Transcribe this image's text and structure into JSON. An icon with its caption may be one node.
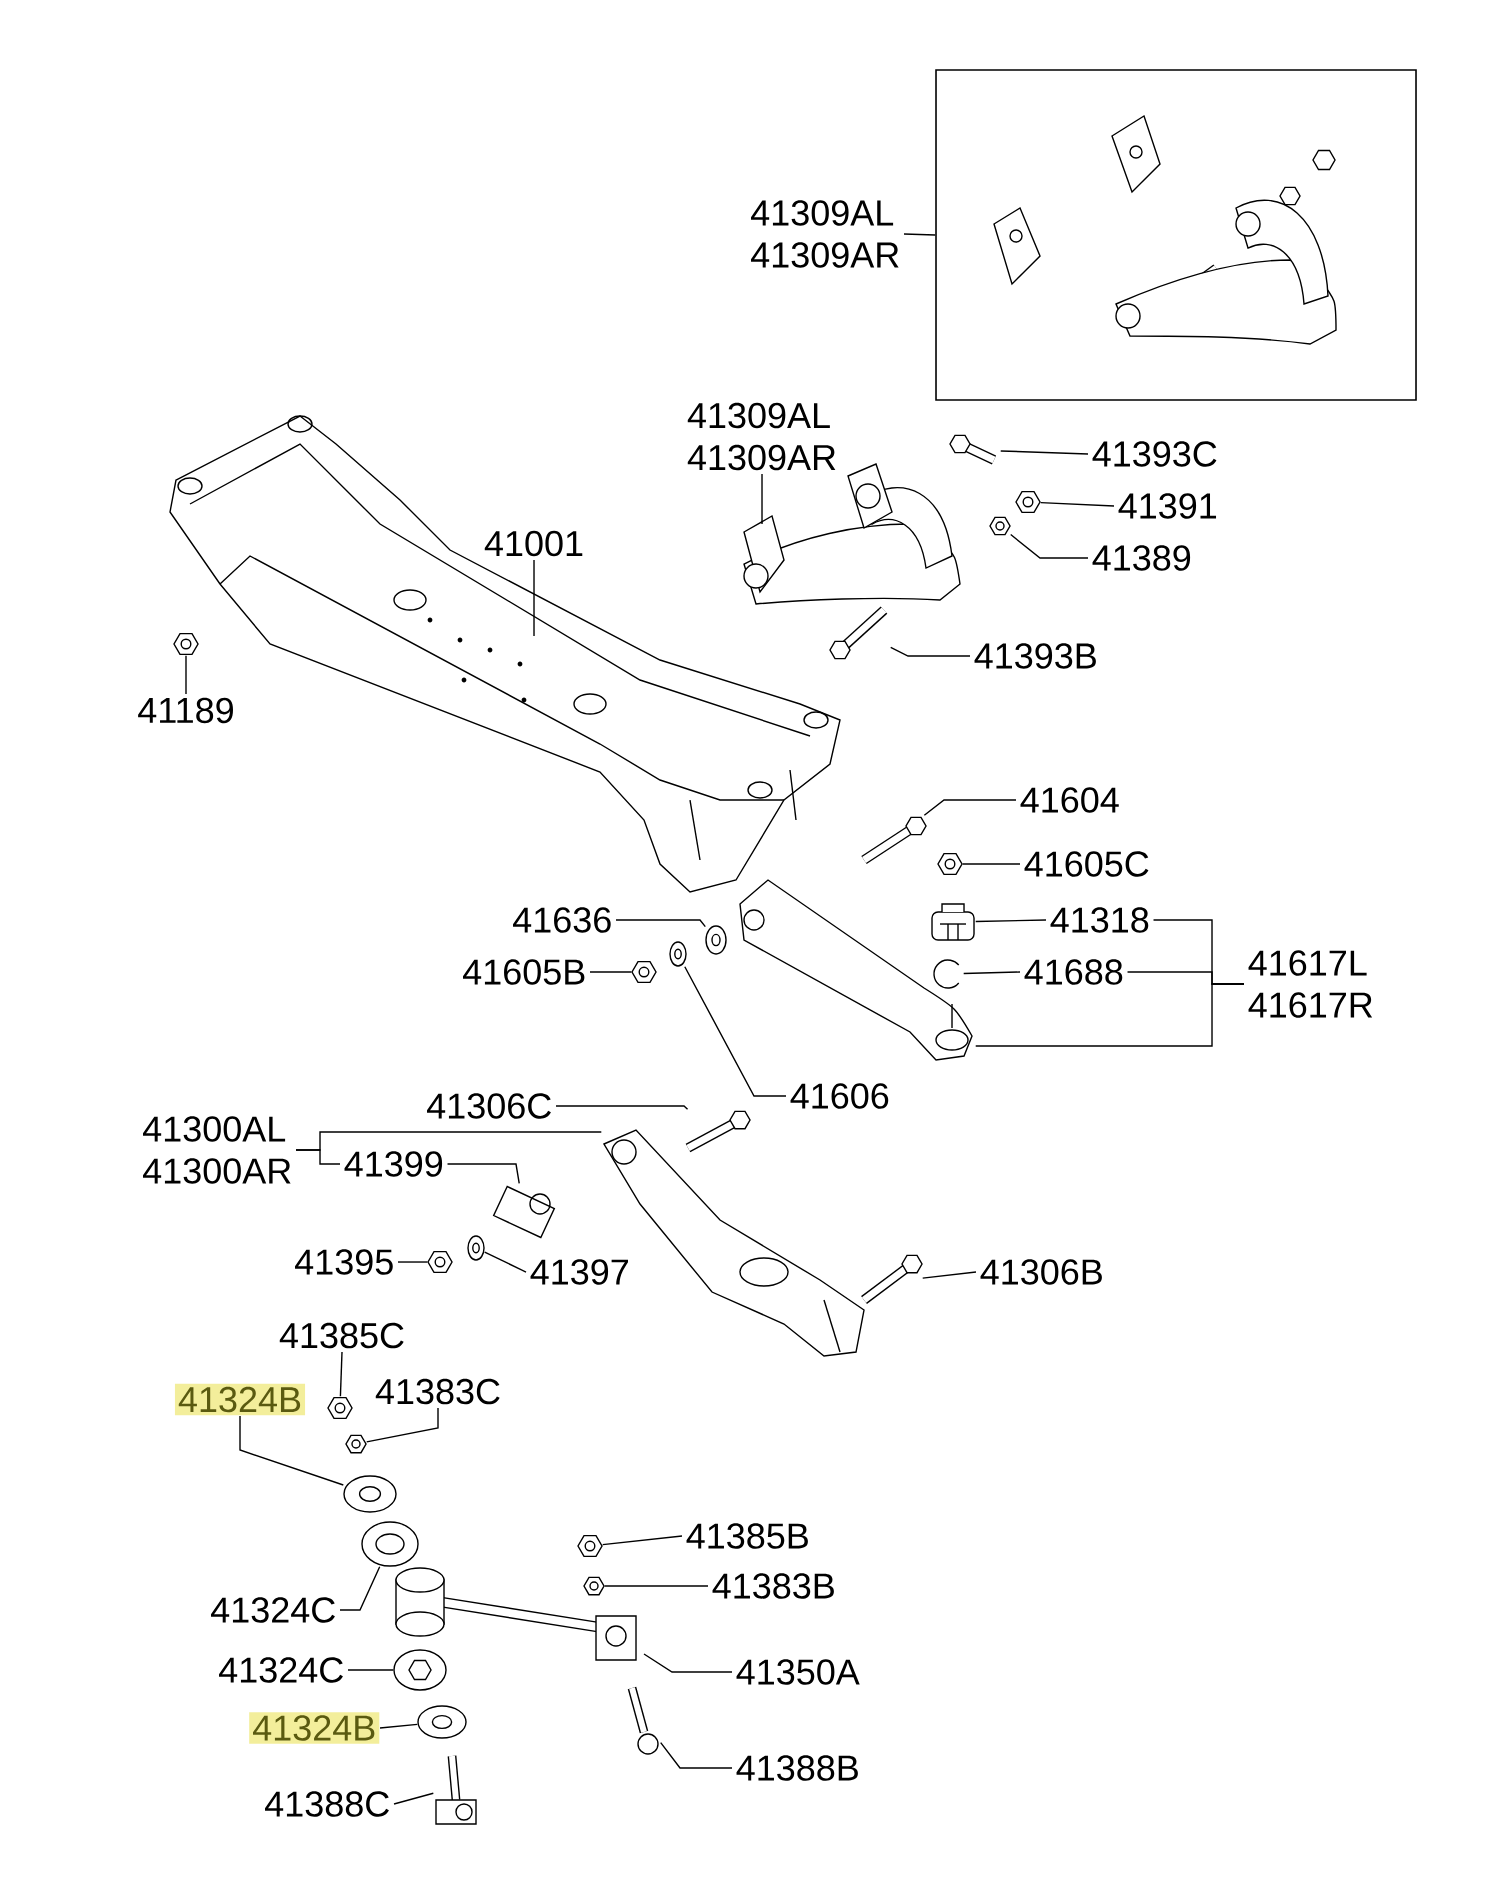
{
  "diagram": {
    "nodes": [
      {
        "text": [],
        "shape": "box"
      },
      {
        "text": [
          "41309AL",
          "41309AR"
        ]
      },
      {
        "text": [
          "41309AL",
          "41309AR"
        ]
      },
      {
        "text": [
          "41393C"
        ]
      },
      {
        "text": [
          "41391"
        ]
      },
      {
        "text": [
          "41001"
        ]
      },
      {
        "text": [
          "41389"
        ]
      },
      {
        "text": [
          "41393B"
        ]
      },
      {
        "text": [
          "41189"
        ]
      },
      {
        "text": [
          "41604"
        ]
      },
      {
        "text": [
          "41605C"
        ]
      },
      {
        "text": [
          "41636"
        ]
      },
      {
        "text": [
          "41318"
        ]
      },
      {
        "text": [
          "41605B"
        ]
      },
      {
        "text": [
          "41688"
        ]
      },
      {
        "text": [
          "41617L",
          "41617R"
        ]
      },
      {
        "text": [
          "41606"
        ]
      },
      {
        "text": [
          "41306C"
        ]
      },
      {
        "text": [
          "41300AL",
          "41300AR"
        ]
      },
      {
        "text": [
          "41399"
        ]
      },
      {
        "text": [
          "41395"
        ]
      },
      {
        "text": [
          "41397"
        ]
      },
      {
        "text": [
          "41306B"
        ]
      },
      {
        "text": [
          "41385C"
        ]
      },
      {
        "text": [
          "41324B"
        ]
      },
      {
        "text": [
          "41383C"
        ]
      },
      {
        "text": [
          "41385B"
        ]
      },
      {
        "text": [
          "41383B"
        ]
      },
      {
        "text": [
          "41324C"
        ]
      },
      {
        "text": [
          "41350A"
        ]
      },
      {
        "text": [
          "41324C"
        ]
      },
      {
        "text": [
          "41324B"
        ]
      },
      {
        "text": [
          "41388B"
        ]
      },
      {
        "text": [
          "41388C"
        ]
      },
      {
        "text": [],
        "shape": "picture"
      },
      {
        "text": [],
        "shape": "picture"
      },
      {
        "text": [],
        "shape": "picture"
      },
      {
        "text": [],
        "shape": "picture"
      },
      {
        "text": [],
        "shape": "picture"
      },
      {
        "text": [],
        "shape": "picture"
      },
      {
        "text": [],
        "shape": "picture"
      },
      {
        "text": [],
        "shape": "picture"
      },
      {
        "text": [],
        "shape": "picture"
      },
      {
        "text": [],
        "shape": "picture"
      },
      {
        "text": [],
        "shape": "picture"
      },
      {
        "text": [],
        "shape": "picture"
      },
      {
        "text": [],
        "shape": "picture"
      },
      {
        "text": [],
        "shape": "picture"
      },
      {
        "text": [],
        "shape": "picture"
      },
      {
        "text": [],
        "shape": "picture"
      },
      {
        "text": [],
        "shape": "picture"
      },
      {
        "text": [],
        "shape": "picture"
      },
      {
        "text": [],
        "shape": "picture"
      },
      {
        "text": [],
        "shape": "picture"
      },
      {
        "text": [],
        "shape": "picture"
      },
      {
        "text": [],
        "shape": "picture"
      },
      {
        "text": [],
        "shape": "picture"
      },
      {
        "text": [],
        "shape": "picture"
      },
      {
        "text": [],
        "shape": "picture"
      },
      {
        "text": [],
        "shape": "picture"
      },
      {
        "text": [],
        "shape": "picture"
      },
      {
        "text": [],
        "shape": "picture"
      },
      {
        "text": [],
        "shape": "picture"
      }
    ],
    "edges": [
      {
        "from": 1,
        "to": 0,
        "arrow": "none"
      },
      {
        "from": 2,
        "to": null,
        "arrow": "none"
      },
      {
        "from": 3,
        "to": 34,
        "arrow": "none"
      },
      {
        "from": 4,
        "to": 35,
        "arrow": "none"
      },
      {
        "from": 5,
        "to": null,
        "arrow": "none"
      },
      {
        "from": 6,
        "to": 36,
        "arrow": "none"
      },
      {
        "from": 7,
        "to": 37,
        "arrow": "none"
      },
      {
        "from": 8,
        "to": 38,
        "arrow": "none"
      },
      {
        "from": 9,
        "to": 39,
        "arrow": "none"
      },
      {
        "from": 10,
        "to": 40,
        "arrow": "none"
      },
      {
        "from": 11,
        "to": 41,
        "arrow": "none"
      },
      {
        "from": 13,
        "to": 42,
        "arrow": "none"
      },
      {
        "from": 16,
        "to": 43,
        "arrow": "none"
      },
      {
        "from": 12,
        "to": 44,
        "arrow": "none"
      },
      {
        "from": 14,
        "to": 45,
        "arrow": "none"
      },
      {
        "from": 15,
        "to": 12,
        "arrow": "none"
      },
      {
        "from": 15,
        "to": 14,
        "arrow": "none"
      },
      {
        "from": 15,
        "to": 61,
        "arrow": "none"
      },
      {
        "from": 17,
        "to": 46,
        "arrow": "none"
      },
      {
        "from": 18,
        "to": 19,
        "arrow": "none"
      },
      {
        "from": 18,
        "to": 62,
        "arrow": "none"
      },
      {
        "from": 19,
        "to": 47,
        "arrow": "none"
      },
      {
        "from": 20,
        "to": 48,
        "arrow": "none"
      },
      {
        "from": 21,
        "to": 49,
        "arrow": "none"
      },
      {
        "from": 22,
        "to": 50,
        "arrow": "none"
      },
      {
        "from": 23,
        "to": 51,
        "arrow": "none"
      },
      {
        "from": 24,
        "to": 52,
        "arrow": "none"
      },
      {
        "from": 25,
        "to": 53,
        "arrow": "none"
      },
      {
        "from": 26,
        "to": 54,
        "arrow": "none"
      },
      {
        "from": 27,
        "to": 55,
        "arrow": "none"
      },
      {
        "from": 28,
        "to": 56,
        "arrow": "none"
      },
      {
        "from": 29,
        "to": null,
        "arrow": "none"
      },
      {
        "from": 30,
        "to": 57,
        "arrow": "none"
      },
      {
        "from": 31,
        "to": 58,
        "arrow": "none"
      },
      {
        "from": 32,
        "to": 59,
        "arrow": "none"
      },
      {
        "from": 33,
        "to": 60,
        "arrow": "none"
      }
    ]
  }
}
